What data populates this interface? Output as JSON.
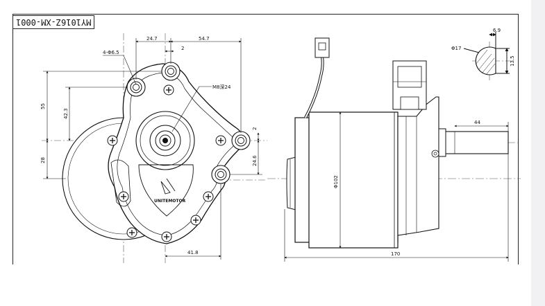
{
  "model_number": "MY1016Z-XM-0001",
  "front_view": {
    "dimensions": {
      "holes": "4-Φ6.5",
      "top_offset": "24.7",
      "top_gap": "2",
      "top_width": "54.7",
      "height_55": "55",
      "height_42_3": "42.3",
      "height_28": "28",
      "thread": "M8深24",
      "side_gap": "2",
      "side_24_6": "24.6",
      "bottom_41_8": "41.8"
    },
    "brand_text": "UNITEMOTOR"
  },
  "side_view": {
    "dimensions": {
      "diameter_102": "Φ102",
      "shaft_length": "44",
      "total_length": "170"
    }
  },
  "shaft_detail": {
    "dimensions": {
      "shaft_diameter": "Φ17",
      "key_width": "6.9",
      "key_depth": "13.5"
    }
  }
}
